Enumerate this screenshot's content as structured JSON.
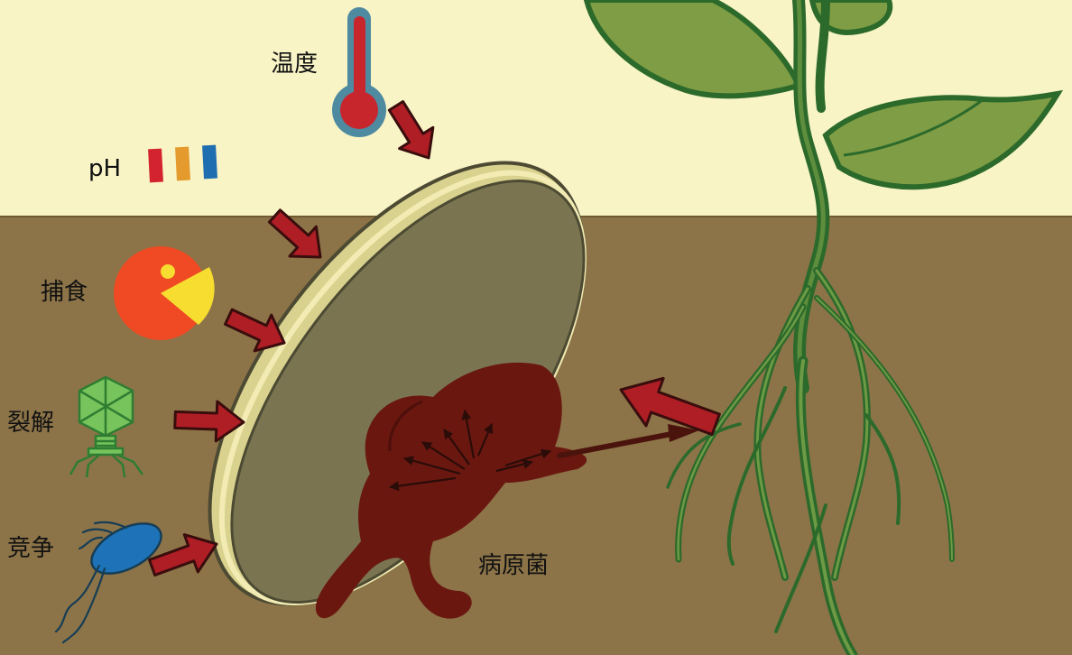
{
  "labels": {
    "temperature": "温度",
    "ph": "pH",
    "predation": "捕食",
    "lysis": "裂解",
    "competition": "竞争",
    "pathogen": "病原菌"
  },
  "colors": {
    "sky": "#f8f4c6",
    "soil": "#8c7448",
    "arrow_red": "#b01e25",
    "shield_face": "#7a7550",
    "shield_rim": "#e7e1a3",
    "pathogen": "#6a1710",
    "plant_leaf": "#7f9d45",
    "plant_stem": "#2c6a2b",
    "pacman_orange": "#ef4a23",
    "pacman_yellow": "#f6dd2f",
    "phage_green": "#77c35c",
    "bacterium_blue": "#1e73b8",
    "ph_red": "#d42330",
    "ph_orange": "#e49a2c",
    "ph_blue": "#1f6eb0"
  },
  "icons": [
    "thermometer-icon",
    "ph-strip-icon",
    "pacman-predator-icon",
    "bacteriophage-icon",
    "bacterium-icon"
  ]
}
